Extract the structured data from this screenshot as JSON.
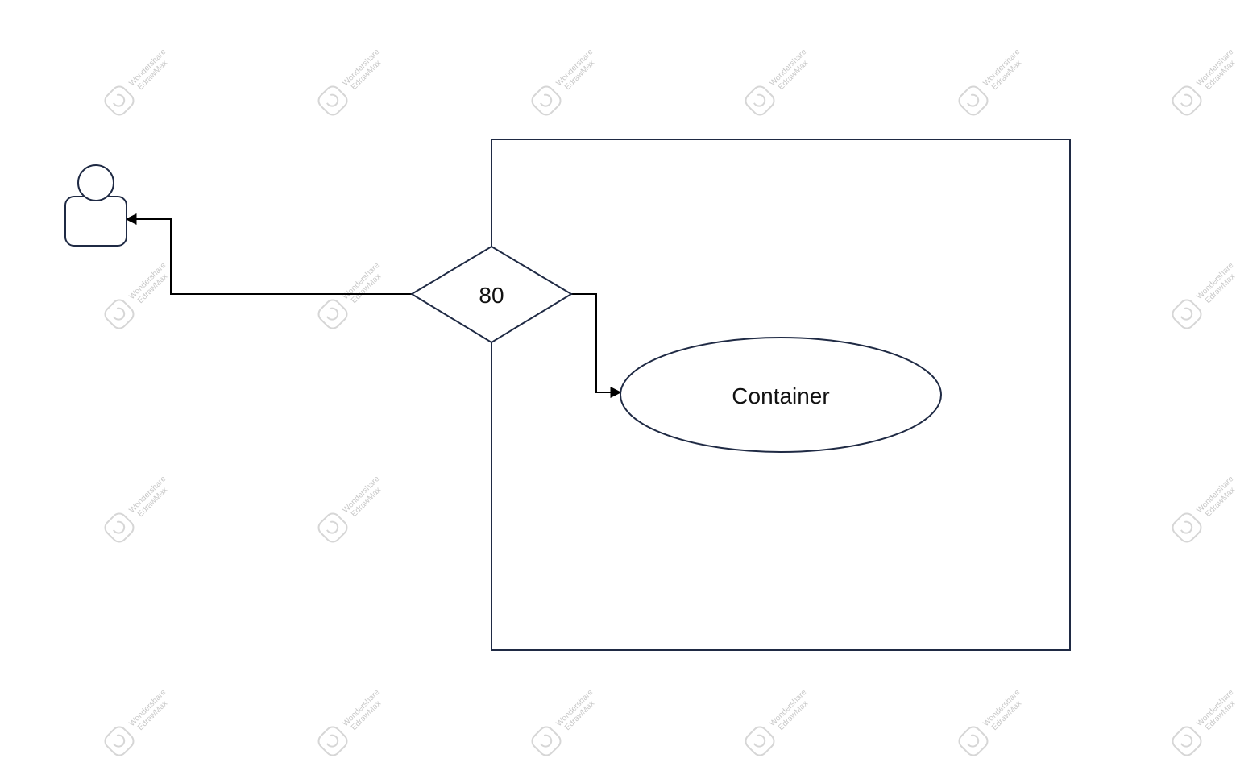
{
  "diagram": {
    "decision_label": "80",
    "usecase_label": "Container"
  },
  "watermark": {
    "line1": "Wondershare",
    "line2": "EdrawMax"
  },
  "colors": {
    "stroke": "#1f2a44",
    "connector": "#000000",
    "watermark": "#c8c8c8"
  },
  "icons": {
    "actor": "user-icon",
    "watermark_logo": "edrawmax-logo-icon"
  }
}
